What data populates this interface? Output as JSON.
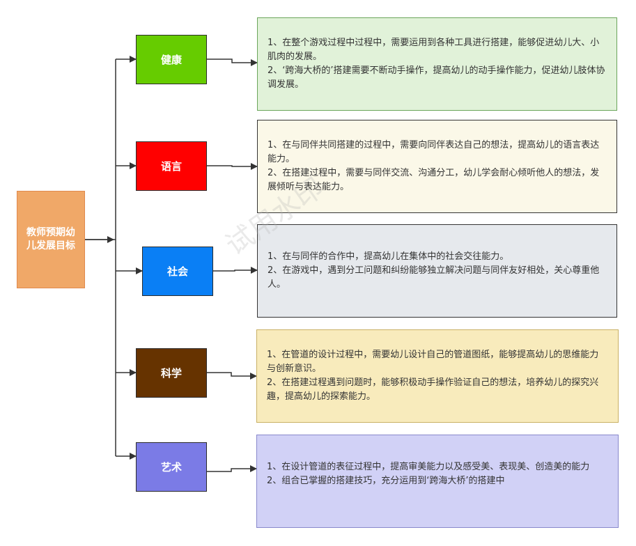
{
  "root": {
    "label": "教师预期幼儿发展目标"
  },
  "categories": [
    {
      "label": "健康",
      "color": "#66cc00",
      "lines": [
        "1、在整个游戏过程中过程中，需要运用到各种工具进行搭建，能够促进幼儿大、小肌肉的发展。",
        "2、‘跨海大桥的’搭建需要不断动手操作，提高幼儿的动手操作能力，促进幼儿肢体协调发展。"
      ]
    },
    {
      "label": "语言",
      "color": "#ff0000",
      "lines": [
        "1、在与同伴共同搭建的过程中，需要向同伴表达自己的想法，提高幼儿的语言表达能力。",
        "2、在搭建过程中，需要与同伴交流、沟通分工，幼儿学会耐心倾听他人的想法，发展倾听与表达能力。"
      ]
    },
    {
      "label": "社会",
      "color": "#0a7ff5",
      "lines": [
        "1、在与同伴的合作中，提高幼儿在集体中的社会交往能力。",
        "2、在游戏中，遇到分工问题和纠纷能够独立解决问题与同伴友好相处，关心尊重他人。"
      ]
    },
    {
      "label": "科学",
      "color": "#663300",
      "lines": [
        "1、在管道的设计过程中，需要幼儿设计自己的管道图纸，能够提高幼儿的思维能力与创新意识。",
        "2、在搭建过程遇到问题时，能够积极动手操作验证自己的想法，培养幼儿的探究兴趣，提高幼儿的探索能力。"
      ]
    },
    {
      "label": "艺术",
      "color": "#7b7be6",
      "lines": [
        "1、在设计管道的表征过程中，提高审美能力以及感受美、表现美、创造美的能力",
        "2、组合已掌握的搭建技巧，充分运用到‘跨海大桥’的搭建中"
      ]
    }
  ],
  "watermark": "试用水印"
}
